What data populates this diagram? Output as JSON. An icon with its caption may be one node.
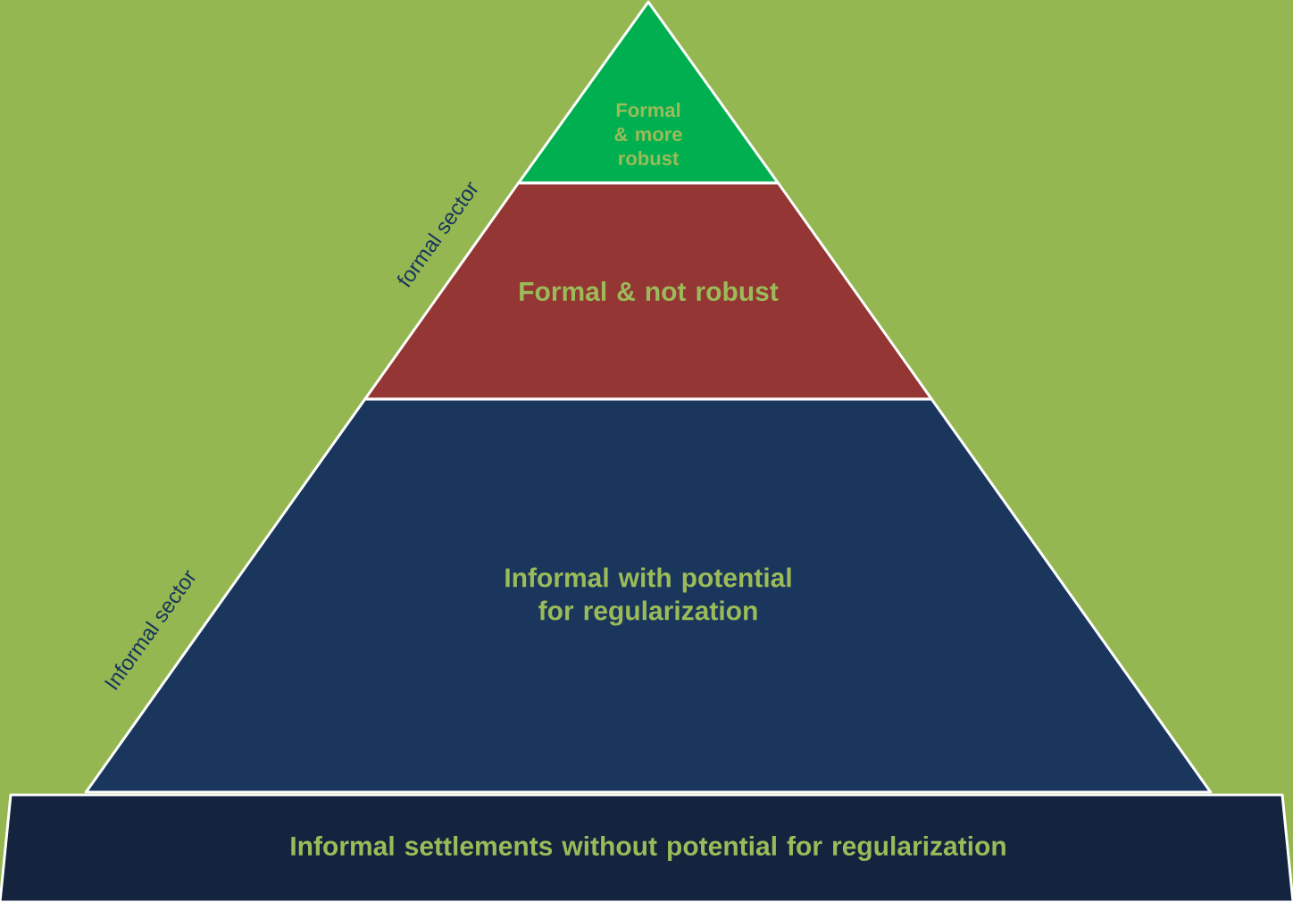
{
  "diagram": {
    "nodes": [
      {
        "text": [
          "Formal & more robust"
        ]
      },
      {
        "text": [
          "Formal & not robust"
        ]
      },
      {
        "text": [
          "Informal with potential for regularization"
        ]
      },
      {
        "text": [
          "Informal settlements without potential for regularization"
        ]
      }
    ],
    "labels": [
      "formal sector",
      "Informal sector"
    ]
  }
}
